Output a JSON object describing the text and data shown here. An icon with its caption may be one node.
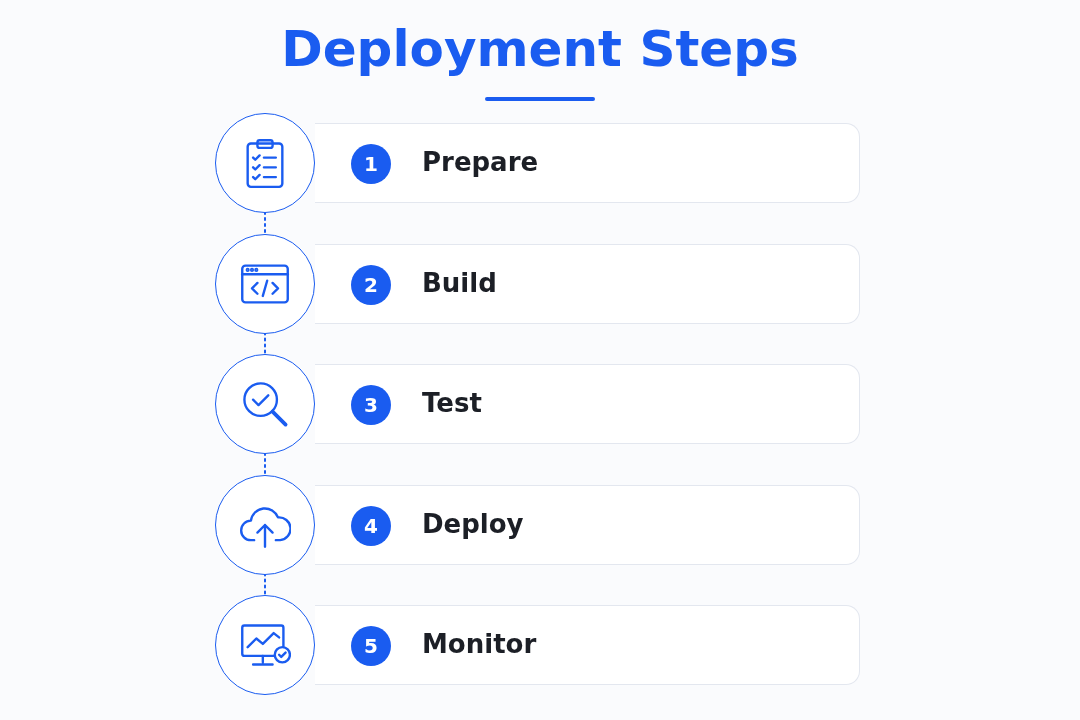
{
  "diagram": {
    "title": "Deployment Steps",
    "nodes": [
      {
        "text": [],
        "shape": "circle"
      },
      {
        "text": [
          "1",
          "Prepare"
        ]
      },
      {
        "text": [],
        "shape": "circle"
      },
      {
        "text": [
          "2",
          "Build"
        ]
      },
      {
        "text": [],
        "shape": "circle"
      },
      {
        "text": [
          "3",
          "Test"
        ]
      },
      {
        "text": [],
        "shape": "circle"
      },
      {
        "text": [
          "4",
          "Deploy"
        ]
      },
      {
        "text": [],
        "shape": "circle"
      },
      {
        "text": [
          "5",
          "Monitor"
        ]
      }
    ],
    "edges": [
      {
        "from": 0,
        "to": 2,
        "arrow": "none",
        "style": "dashed"
      },
      {
        "from": 2,
        "to": 4,
        "arrow": "none",
        "style": "dashed"
      },
      {
        "from": 4,
        "to": 6,
        "arrow": "none",
        "style": "dashed"
      },
      {
        "from": 6,
        "to": 8,
        "arrow": "none",
        "style": "dashed"
      }
    ]
  }
}
